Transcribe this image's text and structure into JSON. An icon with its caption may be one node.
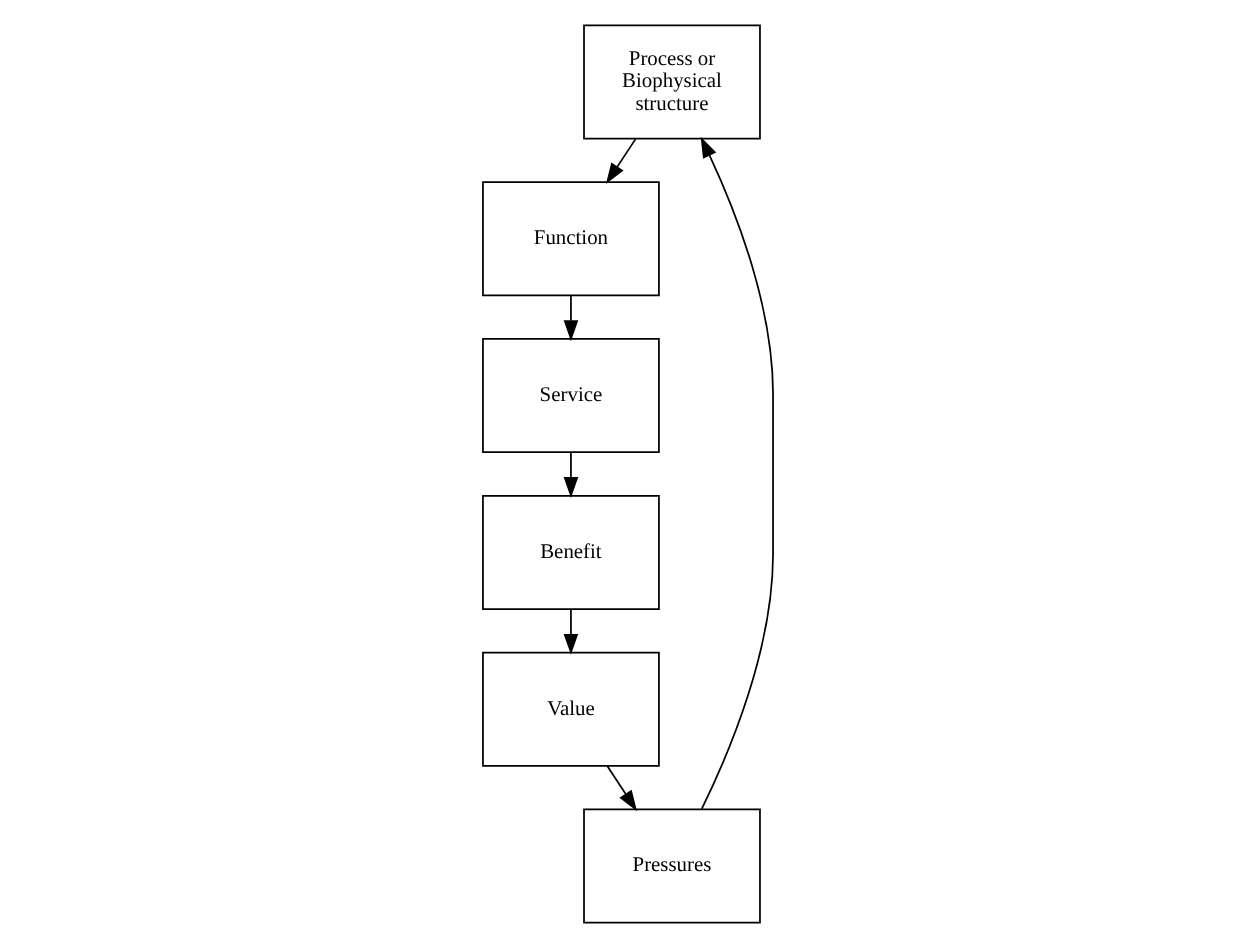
{
  "diagram": {
    "nodes": [
      {
        "text": [
          "Process or Biophysical structure"
        ]
      },
      {
        "text": [
          "Function"
        ]
      },
      {
        "text": [
          "Service"
        ]
      },
      {
        "text": [
          "Benefit"
        ]
      },
      {
        "text": [
          "Value"
        ]
      },
      {
        "text": [
          "Pressures"
        ]
      }
    ],
    "edges": [
      {
        "from": 0,
        "to": 1,
        "arrow": "to"
      },
      {
        "from": 1,
        "to": 2,
        "arrow": "to"
      },
      {
        "from": 2,
        "to": 3,
        "arrow": "to"
      },
      {
        "from": 3,
        "to": 4,
        "arrow": "to"
      },
      {
        "from": 4,
        "to": 5,
        "arrow": "to"
      },
      {
        "from": 5,
        "to": 0,
        "arrow": "to"
      }
    ]
  }
}
